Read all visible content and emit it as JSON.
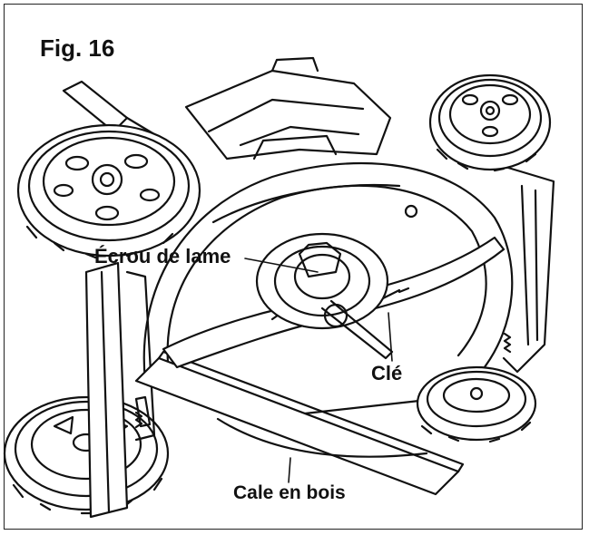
{
  "figure": {
    "label": "Fig. 16"
  },
  "callouts": {
    "blade_nut": "Écrou de lame",
    "wrench": "Clé",
    "wood_block": "Cale en bois"
  },
  "colors": {
    "line": "#111111",
    "background": "#ffffff"
  }
}
